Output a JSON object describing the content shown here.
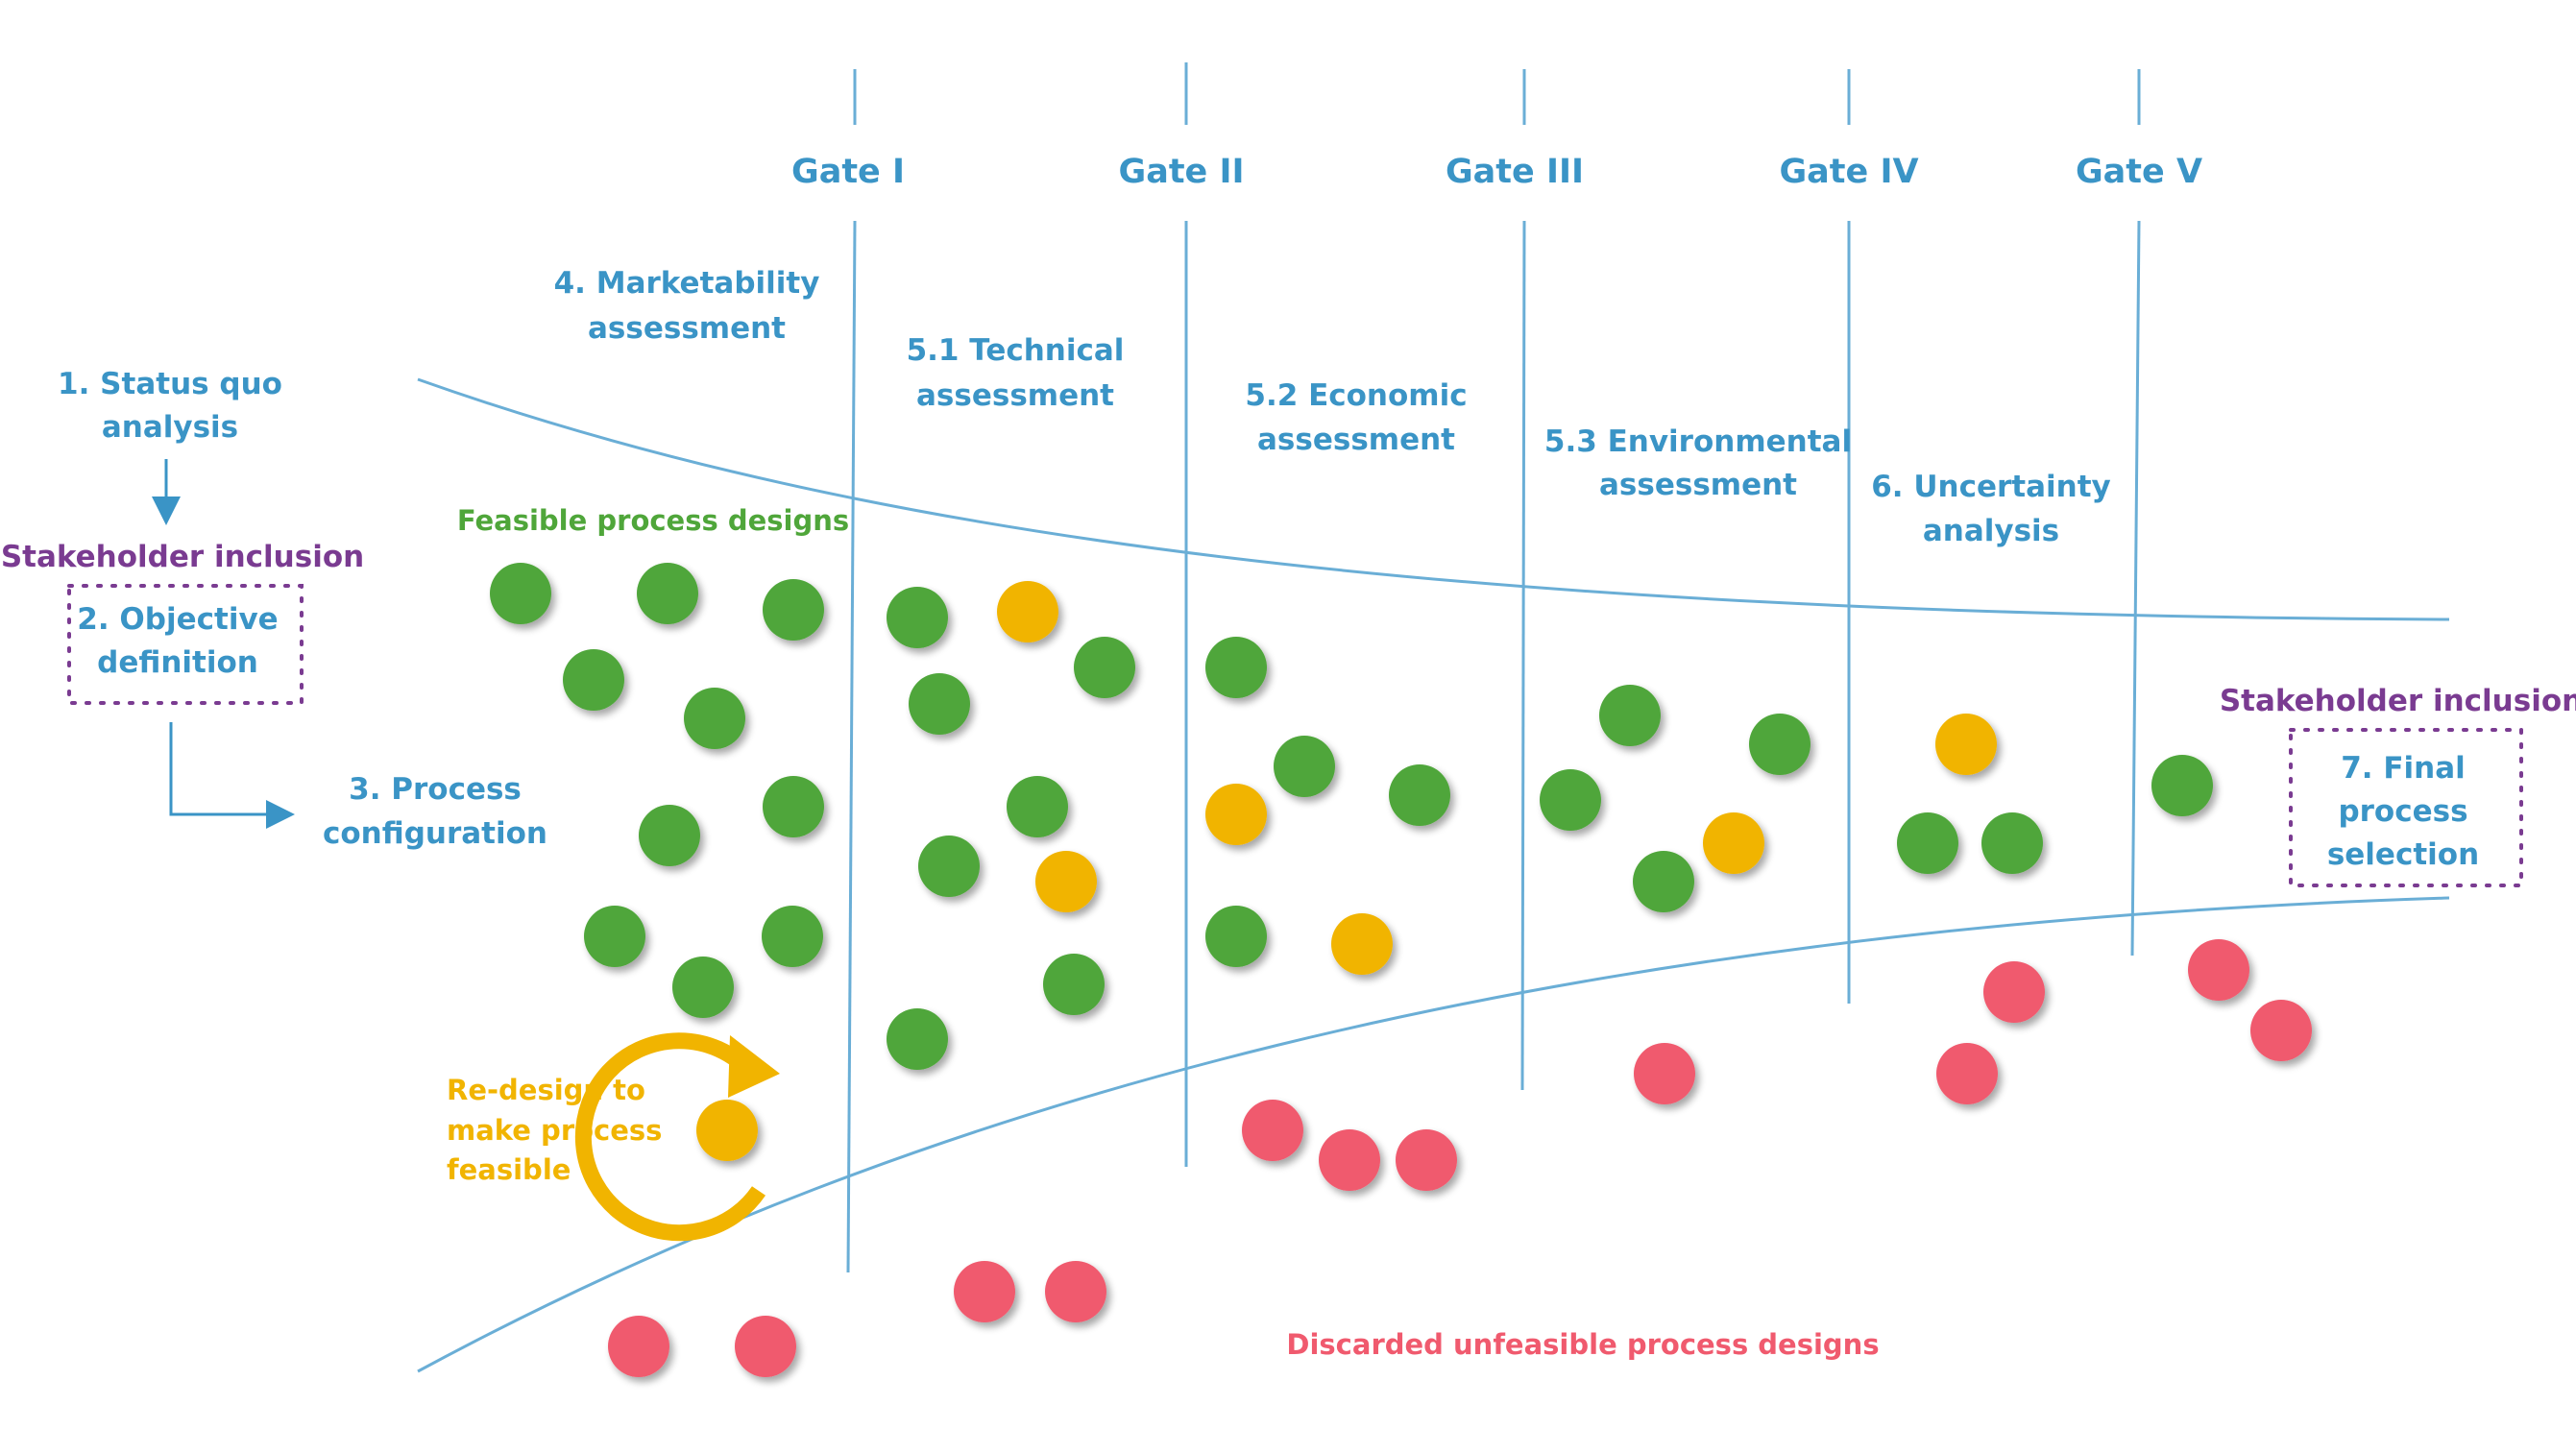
{
  "gates": [
    "Gate I",
    "Gate II",
    "Gate III",
    "Gate IV",
    "Gate V"
  ],
  "steps": {
    "status_quo": [
      "1. Status quo",
      "analysis"
    ],
    "stakeholder_left": "Stakeholder inclusion",
    "objective": [
      "2. Objective",
      "definition"
    ],
    "configuration": [
      "3. Process",
      "configuration"
    ],
    "marketability": [
      "4. Marketability",
      "assessment"
    ],
    "technical": [
      "5.1 Technical",
      "assessment"
    ],
    "economic": [
      "5.2 Economic",
      "assessment"
    ],
    "environmental": [
      "5.3 Environmental",
      "assessment"
    ],
    "uncertainty": [
      "6. Uncertainty",
      "analysis"
    ],
    "stakeholder_right": "Stakeholder inclusion",
    "final": [
      "7. Final",
      "process",
      "selection"
    ]
  },
  "labels": {
    "feasible": "Feasible process designs",
    "redesign": [
      "Re-design to",
      "make process",
      "feasible"
    ],
    "discarded": "Discarded unfeasible process designs"
  },
  "colors": {
    "blue": "#3a94c6",
    "purple": "#7a3b91",
    "green": "#4fa63a",
    "orange": "#f1b400",
    "red": "#f05a6e",
    "line": "#6aaed6"
  }
}
